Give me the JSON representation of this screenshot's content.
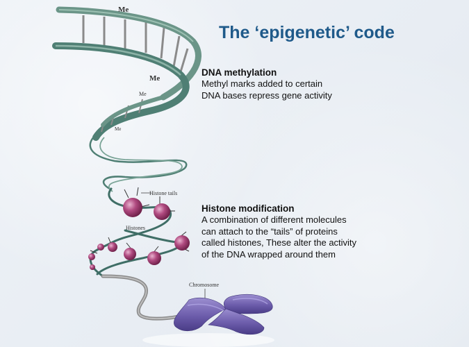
{
  "title": "The ‘epigenetic’ code",
  "dna_methylation": {
    "heading": "DNA methylation",
    "body": "Methyl marks added to certain\nDNA bases repress gene activity"
  },
  "histone_modification": {
    "heading": "Histone modification",
    "body": "A combination of different molecules\ncan attach to the “tails” of proteins\ncalled histones, These alter the activity\nof the DNA wrapped around them"
  },
  "diagram_labels": {
    "methyl_mark": "Me",
    "histone_tails": "Histone tails",
    "histones": "Histones",
    "chromosome": "Chromosome"
  },
  "colors": {
    "title": "#1f5a8a",
    "dna_strand": "#4f7f74",
    "histone": "#a33a72",
    "chromosome": "#6f5fae"
  }
}
